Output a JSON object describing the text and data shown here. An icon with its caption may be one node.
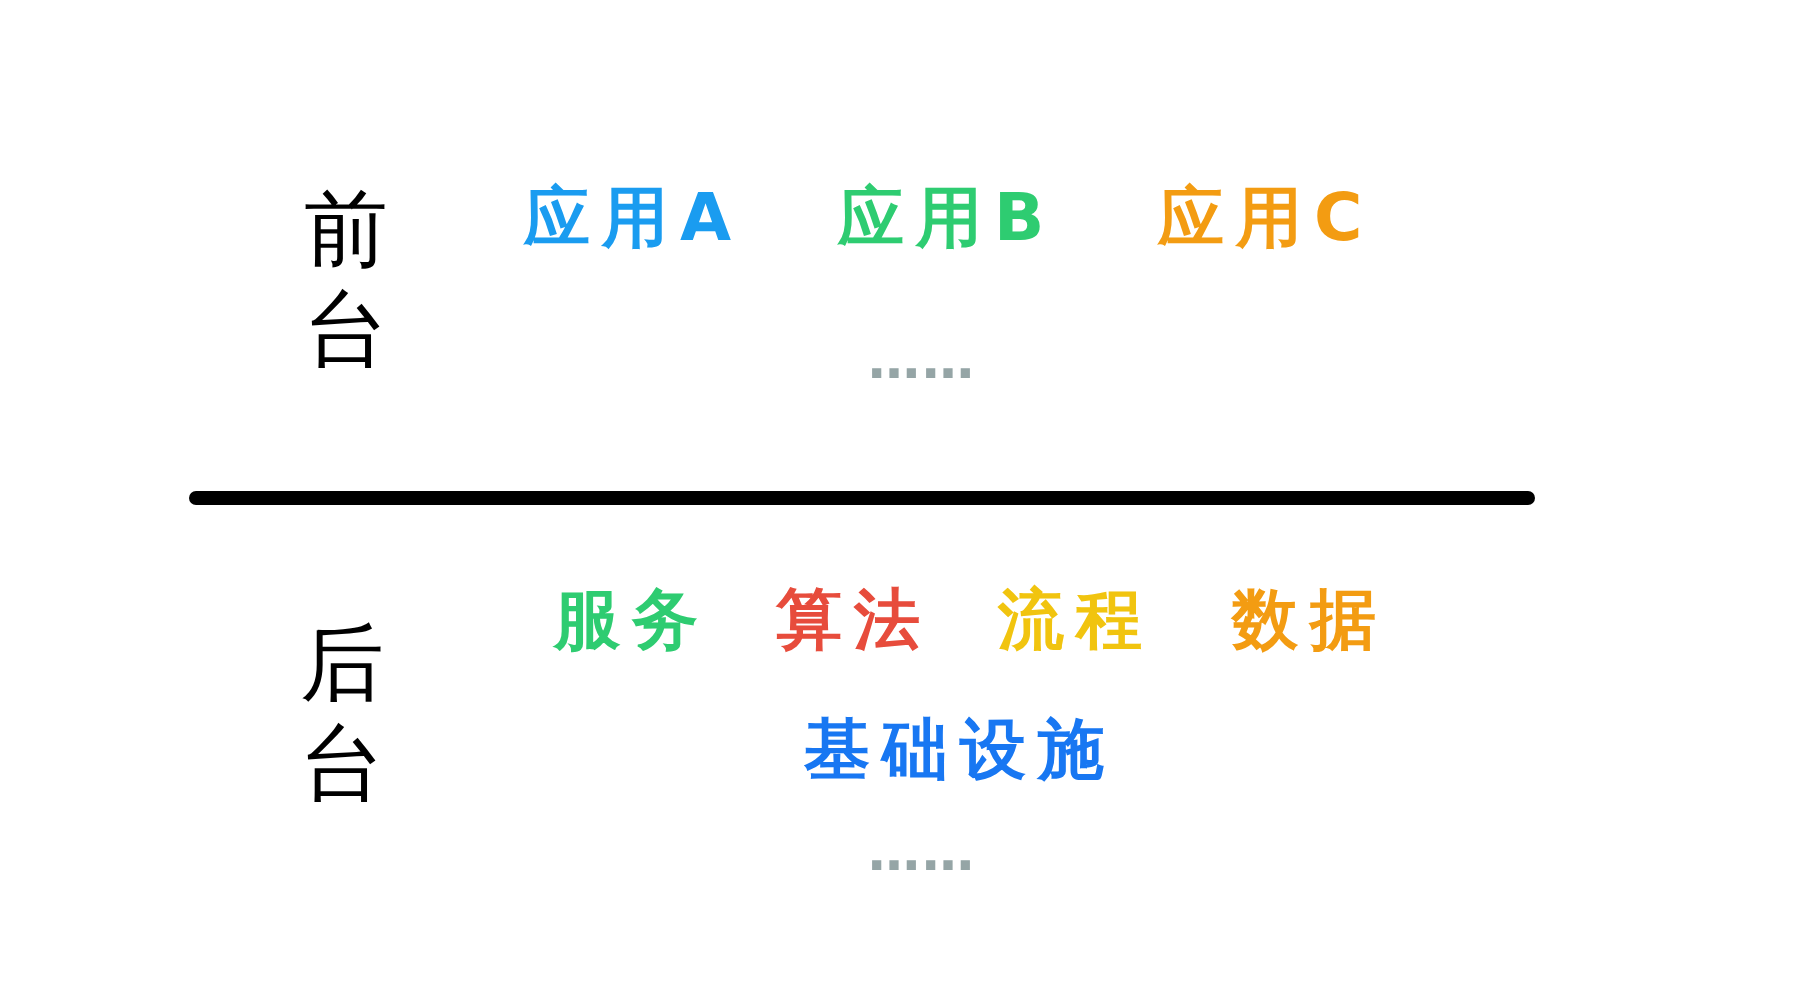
{
  "diagram": {
    "labels": [
      "前台",
      "应用A",
      "应用B",
      "应用C",
      "……",
      "后台",
      "服务",
      "算法",
      "流程",
      "数据",
      "基础设施",
      "……"
    ]
  }
}
